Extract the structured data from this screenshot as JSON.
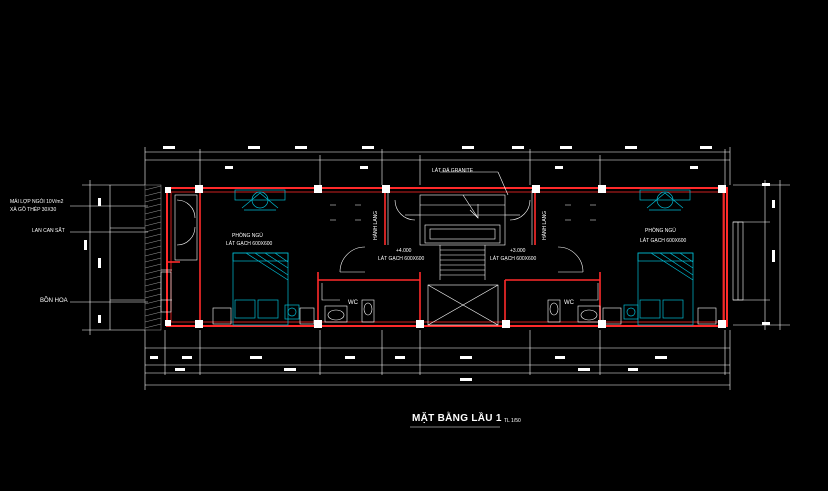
{
  "drawing": {
    "title": "MẶT BẰNG LẦU 1",
    "scale": "TL 1/50",
    "colors": {
      "background": "#000000",
      "walls": "#ff2a2a",
      "dimension": "#ffffff",
      "furniture": "#00bcd4",
      "hatch": "#9e9e9e",
      "accent": "#ffeb3b"
    }
  },
  "annotations": {
    "roof_note_1": "MÁI LỢP NGÓI 10V/m2",
    "roof_note_2": "XÀ GỒ THÉP 30X30",
    "railing": "LAN CAN SẮT",
    "planter": "BỒN HOA",
    "stair_floor": "LÁT ĐÁ GRANITE",
    "level_left": "+4.000",
    "level_right": "+3.000",
    "tile_center_left": "LÁT GẠCH 600X600",
    "tile_center_right": "LÁT GẠCH 600X600",
    "bedroom_left_name": "PHÒNG NGỦ",
    "bedroom_left_tile": "LÁT GẠCH 600X600",
    "bedroom_right_name": "PHÒNG NGỦ",
    "bedroom_right_tile": "LÁT GẠCH 600X600",
    "wc_left": "WC",
    "wc_right": "WC",
    "hallway_left": "HÀNH LANG",
    "hallway_right": "HÀNH LANG"
  }
}
